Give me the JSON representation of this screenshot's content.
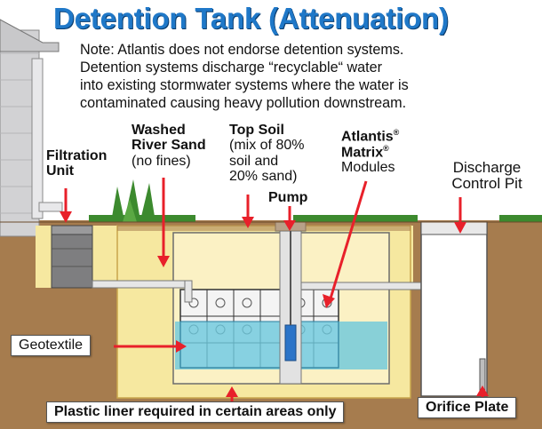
{
  "title": "Detention Tank (Attenuation)",
  "note": [
    "Note: Atlantis does not endorse detention systems.",
    "Detention systems discharge “recyclable“ water",
    "into existing stormwater systems where the water is",
    "contaminated causing heavy pollution downstream."
  ],
  "labels": {
    "filtration_unit": [
      "Filtration",
      "Unit"
    ],
    "washed_river_sand": [
      "Washed",
      "River Sand"
    ],
    "washed_river_sand_note": "(no fines)",
    "top_soil": "Top Soil",
    "top_soil_note": [
      "(mix of 80%",
      "soil and",
      "20% sand)"
    ],
    "pump": "Pump",
    "atlantis_matrix": [
      "Atlantis",
      "Matrix"
    ],
    "registered_mark": "®",
    "modules": "Modules",
    "discharge_control_pit": [
      "Discharge",
      "Control Pit"
    ],
    "geotextile": "Geotextile",
    "plastic_liner": "Plastic liner required in certain areas only",
    "orifice_plate": "Orifice Plate"
  },
  "colors": {
    "title": "#1f78c8",
    "arrow": "#e8202a",
    "sand": "#f6e8a0",
    "soil": "#a67c4e",
    "water": "#6cc8dc",
    "grass": "#3c8a2e"
  }
}
